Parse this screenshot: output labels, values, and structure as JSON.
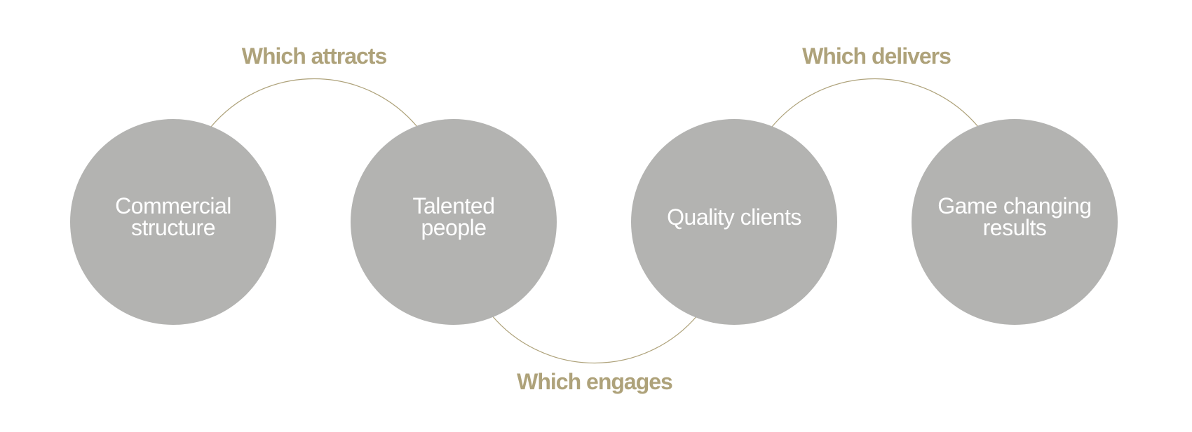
{
  "colors": {
    "node_fill": "#b3b3b1",
    "node_text": "#ffffff",
    "accent": "#aea27a",
    "background": "#ffffff"
  },
  "nodes": [
    {
      "label": "Commercial structure"
    },
    {
      "label": "Talented people"
    },
    {
      "label": "Quality clients"
    },
    {
      "label": "Game changing results"
    }
  ],
  "links": [
    {
      "label": "Which attracts",
      "from": 0,
      "to": 1,
      "side": "top"
    },
    {
      "label": "Which engages",
      "from": 1,
      "to": 2,
      "side": "bottom"
    },
    {
      "label": "Which delivers",
      "from": 2,
      "to": 3,
      "side": "top"
    }
  ]
}
